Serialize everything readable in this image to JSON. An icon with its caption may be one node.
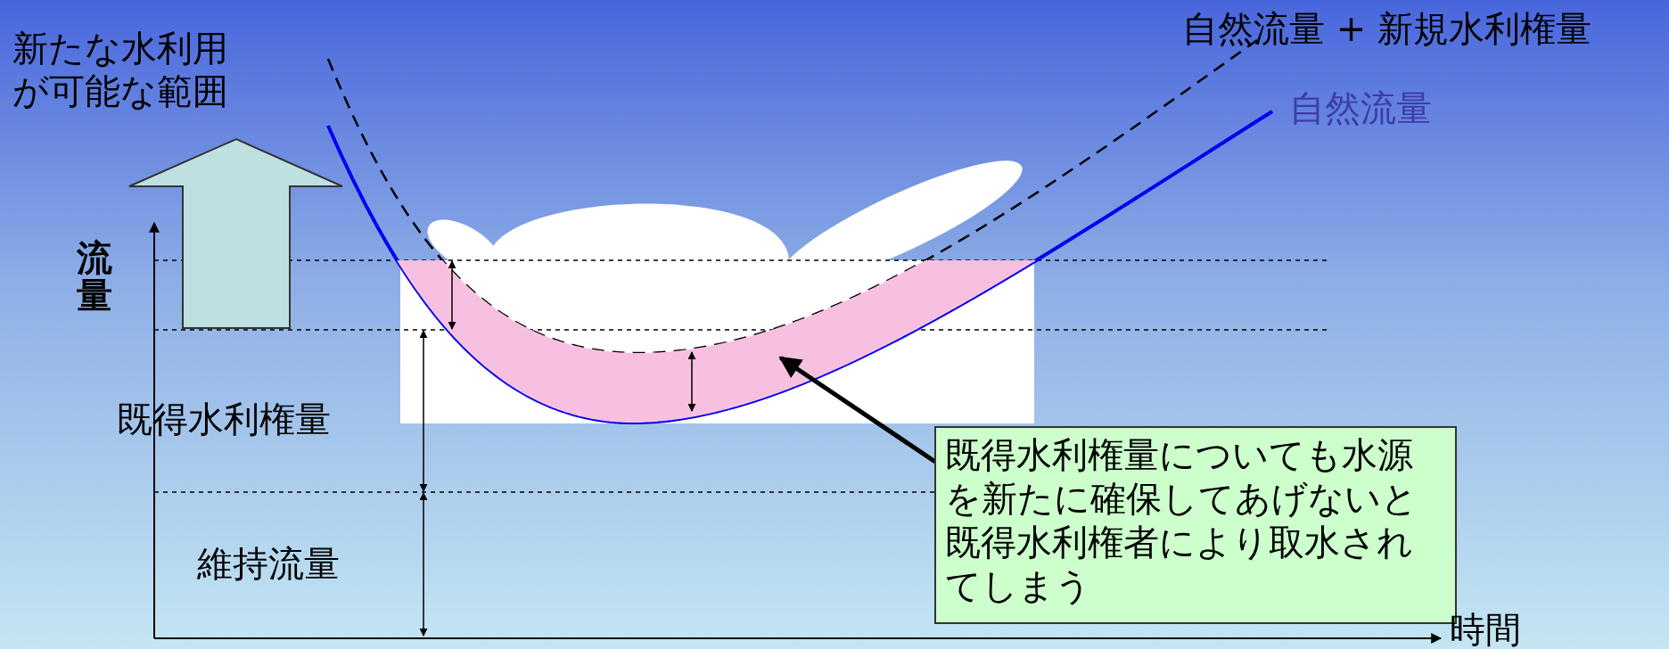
{
  "diagram": {
    "nodes": [
      {
        "text": [],
        "shape": "area"
      },
      {
        "text": [
          "既得水利権量についても水源を新たに確保してあげないと既得水利権者により取水されてしまう"
        ]
      }
    ],
    "edges": [
      {
        "from": 1,
        "to": 0,
        "arrow": "to"
      }
    ],
    "labels": [
      "新たな水利用が可能な範囲",
      "自然流量 + 新規水利権量",
      "自然流量",
      "流量",
      "既得水利権量",
      "維持流量",
      "時間"
    ]
  }
}
